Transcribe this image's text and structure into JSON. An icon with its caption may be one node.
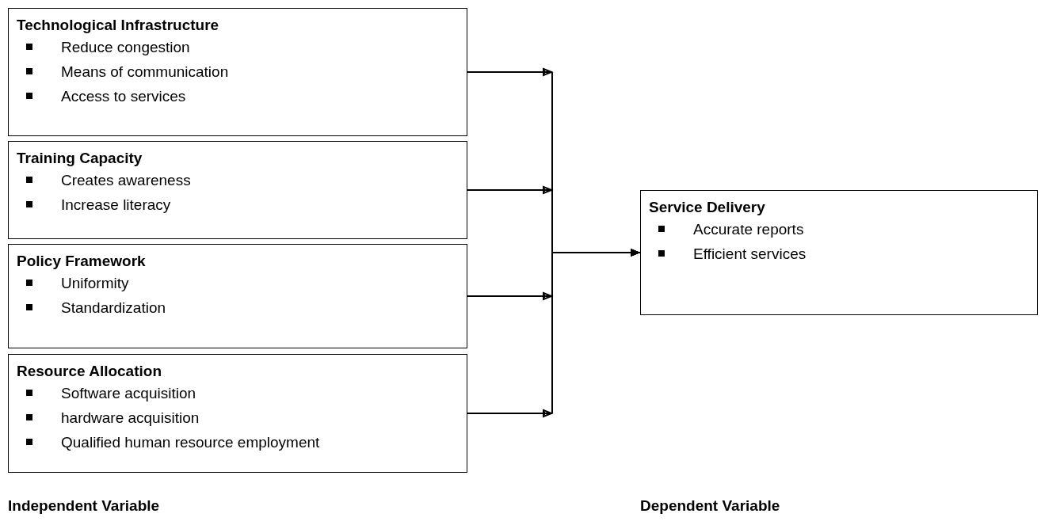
{
  "diagram": {
    "nodes": [
      {
        "text": [
          "Technological Infrastructure",
          "Reduce congestion",
          "Means of communication",
          "Access to services"
        ]
      },
      {
        "text": [
          "Training Capacity",
          "Creates awareness",
          "Increase literacy"
        ]
      },
      {
        "text": [
          "Policy Framework",
          "Uniformity",
          "Standardization"
        ]
      },
      {
        "text": [
          "Resource Allocation",
          "Software acquisition",
          "hardware acquisition",
          "Qualified human resource employment"
        ]
      },
      {
        "text": [
          "Service Delivery",
          "Accurate reports",
          "Efficient services"
        ]
      }
    ],
    "edges": [
      {
        "from": 0,
        "to": 4,
        "arrow": "to"
      },
      {
        "from": 1,
        "to": 4,
        "arrow": "to"
      },
      {
        "from": 2,
        "to": 4,
        "arrow": "to"
      },
      {
        "from": 3,
        "to": 4,
        "arrow": "to"
      }
    ],
    "labels": [
      "Independent Variable",
      "Dependent Variable"
    ]
  }
}
